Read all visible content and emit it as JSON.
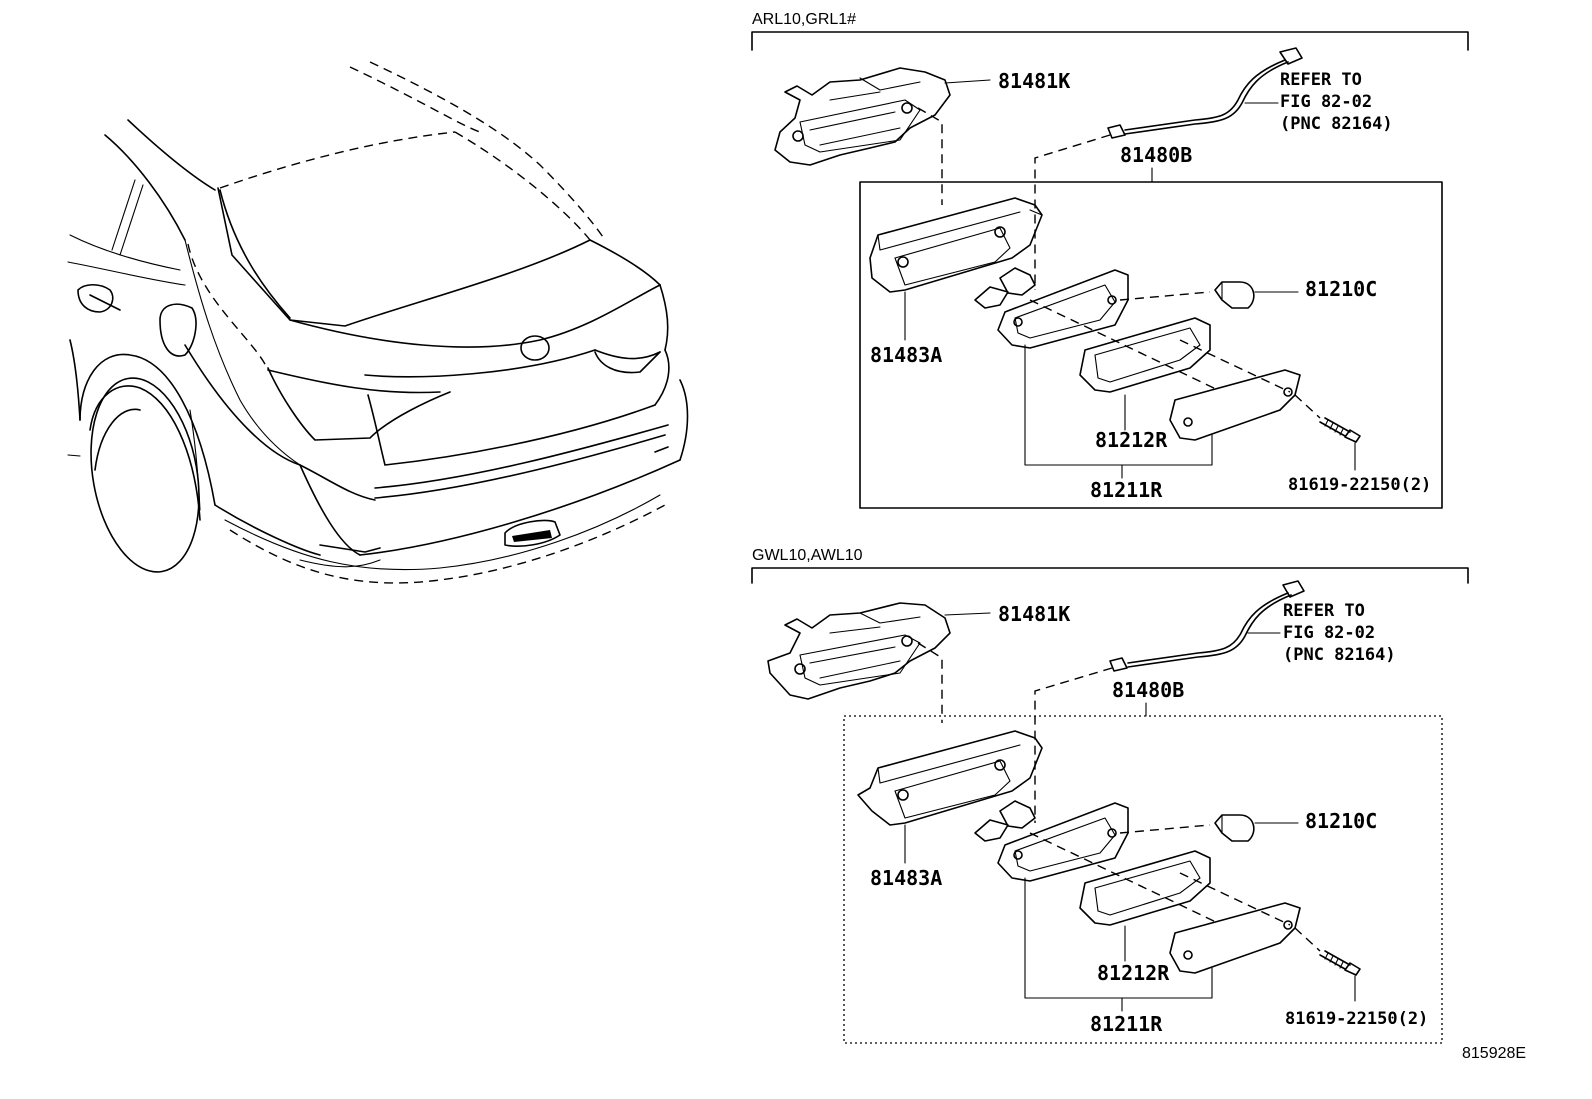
{
  "figure_id": "815928E",
  "sections": [
    {
      "header": "ARL10,GRL1#",
      "labels": {
        "bracket": "81481K",
        "wire": "81480B",
        "housing": "81483A",
        "bulb": "81210C",
        "lens_gasket": "81212R",
        "lens_assy": "81211R",
        "screw": "81619-22150(2)"
      },
      "refer": [
        "REFER TO",
        "FIG 82-02",
        "(PNC 82164)"
      ]
    },
    {
      "header": "GWL10,AWL10",
      "labels": {
        "bracket": "81481K",
        "wire": "81480B",
        "housing": "81483A",
        "bulb": "81210C",
        "lens_gasket": "81212R",
        "lens_assy": "81211R",
        "screw": "81619-22150(2)"
      },
      "refer": [
        "REFER TO",
        "FIG 82-02",
        "(PNC 82164)"
      ]
    }
  ]
}
